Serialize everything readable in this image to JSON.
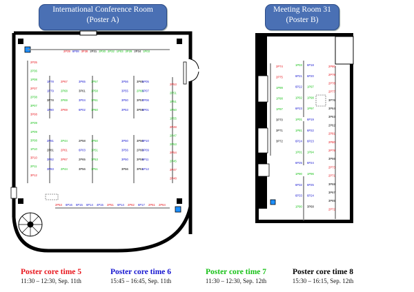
{
  "rooms": {
    "a": {
      "title": "International Conference Room",
      "subtitle": "(Poster A)"
    },
    "b": {
      "title": "Meeting Room 31",
      "subtitle": "(Poster B)"
    }
  },
  "core_times": [
    {
      "label": "Poster core time 5",
      "time": "11:30 – 12:30, Sep. 11th",
      "color": "#e8141b"
    },
    {
      "label": "Poster core time 6",
      "time": "15:45 – 16:45, Sep. 11th",
      "color": "#1414d0"
    },
    {
      "label": "Poster core time 7",
      "time": "11:30 – 12:30, Sep. 12th",
      "color": "#16c116"
    },
    {
      "label": "Poster core time 8",
      "time": "15:30 – 16:15, Sep. 12th",
      "color": "#000000"
    }
  ],
  "room_a": {
    "top_row": [
      [
        "2P39",
        "5"
      ],
      [
        "6P08",
        "6"
      ],
      [
        "3P38",
        "5"
      ],
      [
        "2P31",
        "8"
      ],
      [
        "2P30",
        "7"
      ],
      [
        "2P32",
        "7"
      ],
      [
        "1P03",
        "7"
      ],
      [
        "2P29",
        "7"
      ],
      [
        "2P34",
        "8"
      ],
      [
        "1P03",
        "7"
      ]
    ],
    "left_col": [
      [
        "2P35",
        "5"
      ],
      [
        "2P36",
        "7"
      ],
      [
        "1P08",
        "7"
      ],
      [
        "2P37",
        "5"
      ],
      [
        "2P38",
        "7"
      ],
      [
        "3P07",
        "7"
      ],
      [
        "3P08",
        "5"
      ],
      [
        "2P39",
        "7"
      ],
      [
        "1P09",
        "7"
      ],
      [
        "3P08",
        "7"
      ],
      [
        "1P10",
        "7"
      ],
      [
        "3P10",
        "5"
      ],
      [
        "2P11",
        "7"
      ],
      [
        "3P12",
        "5"
      ]
    ],
    "cluster_cols": [
      [
        [
          "1P78",
          "6"
        ],
        [
          "1P79",
          "6"
        ],
        [
          "3P78",
          "8"
        ],
        [
          "1P80",
          "6"
        ],
        [
          "2P81",
          "6"
        ],
        [
          "2P81",
          "8"
        ],
        [
          "3P82",
          "6"
        ],
        [
          "3P83",
          "6"
        ]
      ],
      [
        [
          "2P67",
          "5"
        ],
        [
          "2P68",
          "7"
        ],
        [
          "2P69",
          "7"
        ],
        [
          "2P69",
          "5"
        ],
        [
          "2P44",
          "7"
        ],
        [
          "2P61",
          "5"
        ],
        [
          "2P67",
          "5"
        ],
        [
          "2P44",
          "7"
        ]
      ],
      [
        [
          "3P65",
          "6"
        ],
        [
          "3P61",
          "8"
        ],
        [
          "3P04",
          "6"
        ],
        [
          "6P02",
          "6"
        ],
        [
          "2P58",
          "8"
        ],
        [
          "6P03",
          "6"
        ],
        [
          "2P65",
          "8"
        ],
        [
          "3P56",
          "8"
        ]
      ],
      [
        [
          "1P57",
          "7"
        ],
        [
          "1P58",
          "7"
        ],
        [
          "1P61",
          "7"
        ],
        [
          "1P60",
          "7"
        ],
        [
          "1P50",
          "7"
        ],
        [
          "1P51",
          "7"
        ],
        [
          "1P53",
          "7"
        ],
        [
          "1P51",
          "7"
        ]
      ],
      [
        [
          "3P56",
          "6"
        ],
        [
          "3P55",
          "6"
        ],
        [
          "3P50",
          "6"
        ],
        [
          "3P53",
          "6"
        ],
        [
          "3P50",
          "6"
        ],
        [
          "3P56",
          "6"
        ],
        [
          "3P50",
          "6"
        ],
        [
          "3P56",
          "8"
        ]
      ],
      [
        [
          "3P65",
          "8"
        ],
        [
          "2P66",
          "7"
        ],
        [
          "3P57",
          "8"
        ],
        [
          "3P59",
          "8"
        ],
        [
          "3P50",
          "8"
        ],
        [
          "2P60",
          "8"
        ],
        [
          "3P59",
          "8"
        ],
        [
          "3P61",
          "8"
        ]
      ],
      [
        [
          "6P05",
          "6"
        ],
        [
          "6P07",
          "6"
        ],
        [
          "6P06",
          "6"
        ],
        [
          "6P01",
          "6"
        ],
        [
          "6P10",
          "6"
        ],
        [
          "6P09",
          "6"
        ],
        [
          "6P11",
          "6"
        ],
        [
          "6P12",
          "6"
        ]
      ]
    ],
    "right_col": [
      [
        "2P53",
        "5"
      ],
      [
        "2P51",
        "7"
      ],
      [
        "1P51",
        "7"
      ],
      [
        "1P50",
        "7"
      ],
      [
        "1P55",
        "7"
      ],
      [
        "2P48",
        "5"
      ],
      [
        "2P47",
        "7"
      ],
      [
        "2P53",
        "7"
      ],
      [
        "2P54",
        "5"
      ],
      [
        "2P45",
        "7"
      ],
      [
        "2P47",
        "5"
      ],
      [
        "2P48",
        "5"
      ]
    ],
    "bottom_row": [
      [
        "2P53",
        "5"
      ],
      [
        "6P16",
        "6"
      ],
      [
        "6P15",
        "6"
      ],
      [
        "6P14",
        "6"
      ],
      [
        "4P15",
        "6"
      ],
      [
        "2P51",
        "5"
      ],
      [
        "6P14",
        "6"
      ],
      [
        "2P62",
        "5"
      ],
      [
        "6P17",
        "6"
      ],
      [
        "2P61",
        "5"
      ],
      [
        "2P64",
        "5"
      ]
    ]
  },
  "room_b": {
    "col1": [
      [
        "2P74",
        "5"
      ],
      [
        "2P75",
        "5"
      ],
      [
        "1P99",
        "7"
      ],
      [
        "1P98",
        "7"
      ],
      [
        "1P97",
        "7"
      ],
      [
        "3P70",
        "8"
      ],
      [
        "3P71",
        "8"
      ],
      [
        "3P72",
        "8"
      ]
    ],
    "col2": [
      [
        "1P03",
        "7"
      ],
      [
        "6P21",
        "6"
      ],
      [
        "6P22",
        "6"
      ],
      [
        "1P02",
        "7"
      ],
      [
        "6P23",
        "6"
      ],
      [
        "1P01",
        "7"
      ],
      [
        "1P81",
        "7"
      ],
      [
        "6P24",
        "6"
      ],
      [
        "1P01",
        "7"
      ],
      [
        "6P25",
        "6"
      ],
      [
        "1P90",
        "7"
      ],
      [
        "6P32",
        "6"
      ],
      [
        "6P33",
        "6"
      ],
      [
        "1P90",
        "7"
      ]
    ],
    "col3": [
      [
        "6P18",
        "6"
      ],
      [
        "6P20",
        "6"
      ],
      [
        "1P97",
        "7"
      ],
      [
        "1P98",
        "7"
      ],
      [
        "1P97",
        "7"
      ],
      [
        "6P19",
        "6"
      ],
      [
        "6P22",
        "6"
      ],
      [
        "6P23",
        "6"
      ],
      [
        "1P94",
        "7"
      ],
      [
        "6P24",
        "6"
      ],
      [
        "1P96",
        "7"
      ],
      [
        "6P25",
        "6"
      ],
      [
        "6P24",
        "6"
      ],
      [
        "3P68",
        "8"
      ]
    ],
    "col4": [
      [
        "2P80",
        "5"
      ],
      [
        "2P79",
        "5"
      ],
      [
        "2P78",
        "5"
      ],
      [
        "2P77",
        "5"
      ],
      [
        "3P76",
        "8"
      ],
      [
        "3P64",
        "8"
      ],
      [
        "3P63",
        "8"
      ],
      [
        "2P62",
        "8"
      ],
      [
        "2P81",
        "5"
      ],
      [
        "2P80",
        "5"
      ],
      [
        "2P79",
        "5"
      ],
      [
        "3P66",
        "8"
      ],
      [
        "2P73",
        "5"
      ],
      [
        "2P71",
        "5"
      ],
      [
        "3P68",
        "8"
      ],
      [
        "3P67",
        "8"
      ],
      [
        "3P65",
        "8"
      ],
      [
        "2P72",
        "5"
      ]
    ]
  }
}
